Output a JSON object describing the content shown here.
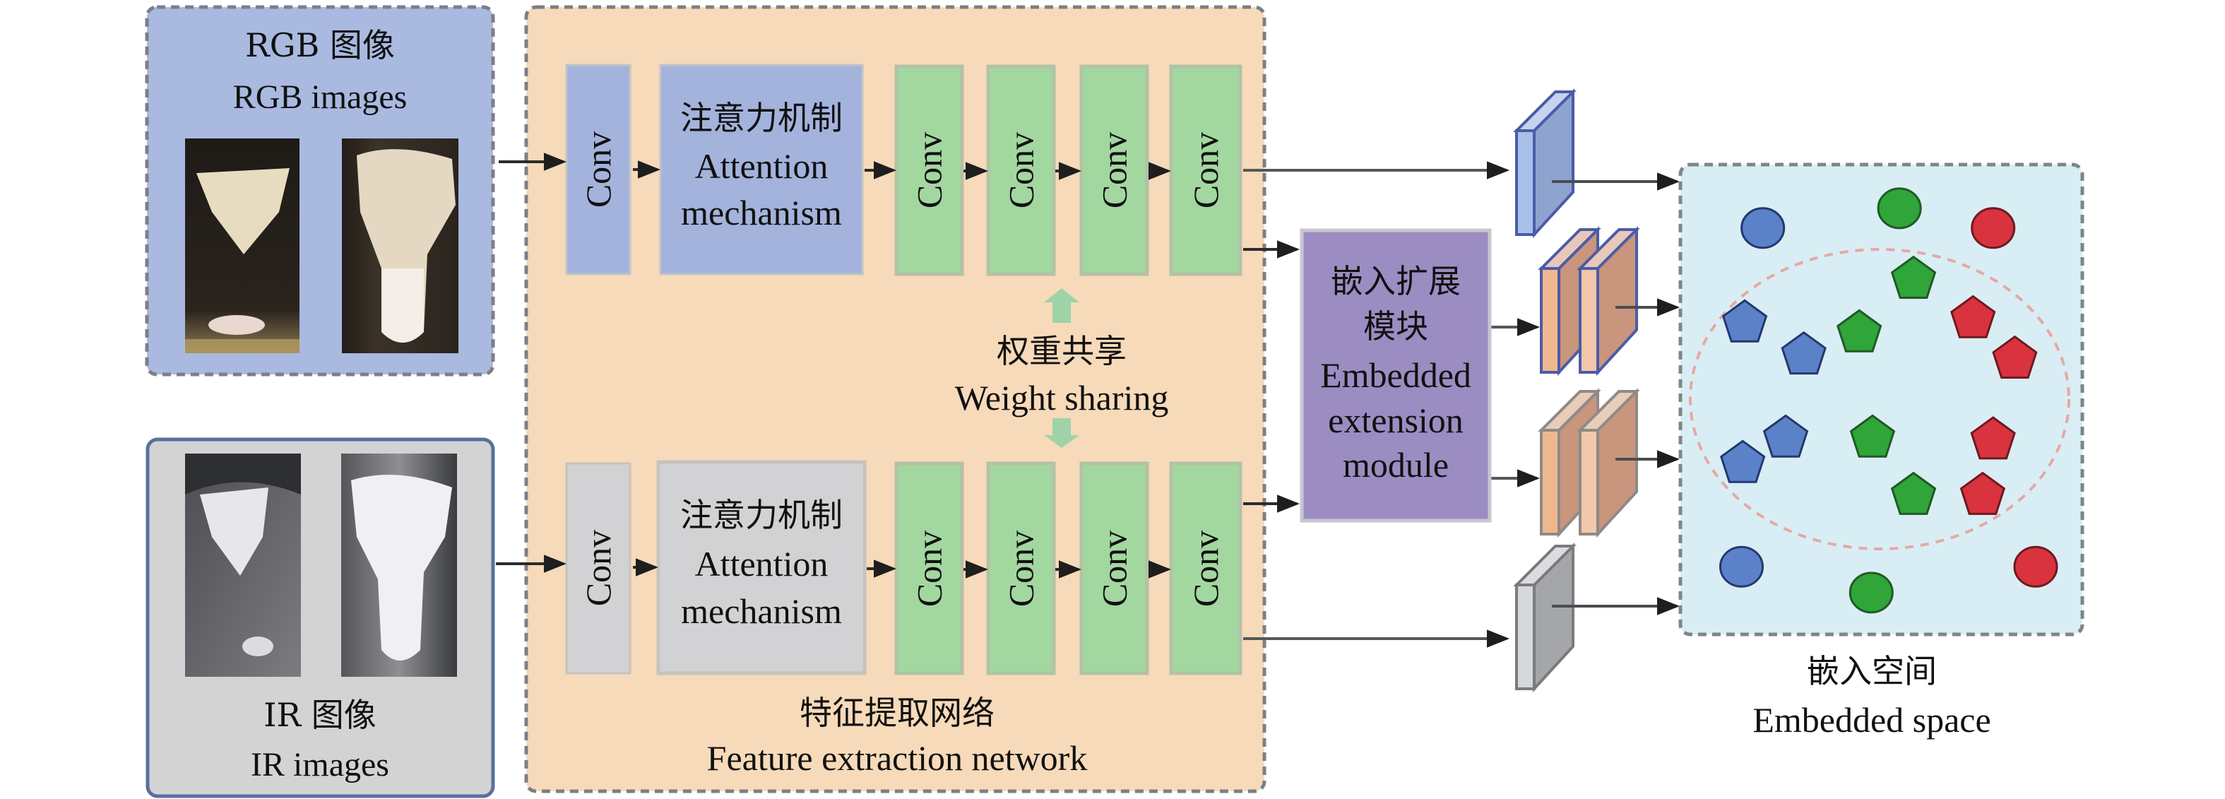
{
  "colors": {
    "rgb_panel_bg": "#a9b9e0",
    "ir_panel_bg": "#d3d3d3",
    "ir_panel_border": "#5a6f9e",
    "feature_panel_bg": "#f7dab9",
    "panel_dash": "#7d7f86",
    "conv_blue": "#a3b3dc",
    "conv_gray": "#d2d2d4",
    "conv_green": "#a3d7a0",
    "conv_green_border": "#b3c2a7",
    "weight_arrow": "#9ed3a8",
    "module_bg": "#9b8dc2",
    "embedded_bg": "#d9eef4",
    "ellipse_dash": "#e6a8a4",
    "arrow": "#2b2b2b",
    "class_blue": "#5b82c8",
    "class_green": "#2fa53a",
    "class_red": "#d8333f"
  },
  "rgb_panel": {
    "title_zh": "RGB 图像",
    "title_en": "RGB images",
    "images": [
      "rgb-cow-image-1",
      "rgb-cow-image-2"
    ]
  },
  "ir_panel": {
    "title_zh": "IR 图像",
    "title_en": "IR images",
    "images": [
      "ir-cow-image-1",
      "ir-cow-image-2"
    ]
  },
  "feature_network": {
    "title_zh": "特征提取网络",
    "title_en": "Feature extraction network",
    "rgb_branch": {
      "first_conv": "Conv",
      "attention_zh": "注意力机制",
      "attention_en1": "Attention",
      "attention_en2": "mechanism",
      "convs": [
        "Conv",
        "Conv",
        "Conv",
        "Conv"
      ]
    },
    "ir_branch": {
      "first_conv": "Conv",
      "attention_zh": "注意力机制",
      "attention_en1": "Attention",
      "attention_en2": "mechanism",
      "convs": [
        "Conv",
        "Conv",
        "Conv",
        "Conv"
      ]
    },
    "weight_sharing_zh": "权重共享",
    "weight_sharing_en": "Weight sharing"
  },
  "module": {
    "title_zh1": "嵌入扩展",
    "title_zh2": "模块",
    "title_en1": "Embedded",
    "title_en2": "extension",
    "title_en3": "module"
  },
  "feature_maps": [
    {
      "name": "rgb-feature-map",
      "color": "blue"
    },
    {
      "name": "rgb-extended-feature-maps",
      "color": "orange-blue-outline"
    },
    {
      "name": "ir-extended-feature-maps",
      "color": "orange"
    },
    {
      "name": "ir-feature-map",
      "color": "gray"
    }
  ],
  "embedded_space": {
    "title_zh": "嵌入空间",
    "title_en": "Embedded space",
    "points": [
      {
        "cls": "blue",
        "shape": "circle",
        "x": 0.205,
        "y": 0.135
      },
      {
        "cls": "green",
        "shape": "circle",
        "x": 0.545,
        "y": 0.093
      },
      {
        "cls": "red",
        "shape": "circle",
        "x": 0.778,
        "y": 0.135
      },
      {
        "cls": "green",
        "shape": "pentagon",
        "x": 0.58,
        "y": 0.24
      },
      {
        "cls": "blue",
        "shape": "pentagon",
        "x": 0.16,
        "y": 0.333
      },
      {
        "cls": "green",
        "shape": "pentagon",
        "x": 0.445,
        "y": 0.354
      },
      {
        "cls": "red",
        "shape": "pentagon",
        "x": 0.728,
        "y": 0.324
      },
      {
        "cls": "blue",
        "shape": "pentagon",
        "x": 0.307,
        "y": 0.401
      },
      {
        "cls": "red",
        "shape": "pentagon",
        "x": 0.832,
        "y": 0.41
      },
      {
        "cls": "blue",
        "shape": "pentagon",
        "x": 0.262,
        "y": 0.578
      },
      {
        "cls": "blue",
        "shape": "pentagon",
        "x": 0.155,
        "y": 0.632
      },
      {
        "cls": "green",
        "shape": "pentagon",
        "x": 0.478,
        "y": 0.578
      },
      {
        "cls": "red",
        "shape": "pentagon",
        "x": 0.778,
        "y": 0.582
      },
      {
        "cls": "green",
        "shape": "pentagon",
        "x": 0.58,
        "y": 0.7
      },
      {
        "cls": "red",
        "shape": "pentagon",
        "x": 0.752,
        "y": 0.7
      },
      {
        "cls": "blue",
        "shape": "circle",
        "x": 0.152,
        "y": 0.856
      },
      {
        "cls": "green",
        "shape": "circle",
        "x": 0.475,
        "y": 0.911
      },
      {
        "cls": "red",
        "shape": "circle",
        "x": 0.884,
        "y": 0.856
      }
    ]
  }
}
